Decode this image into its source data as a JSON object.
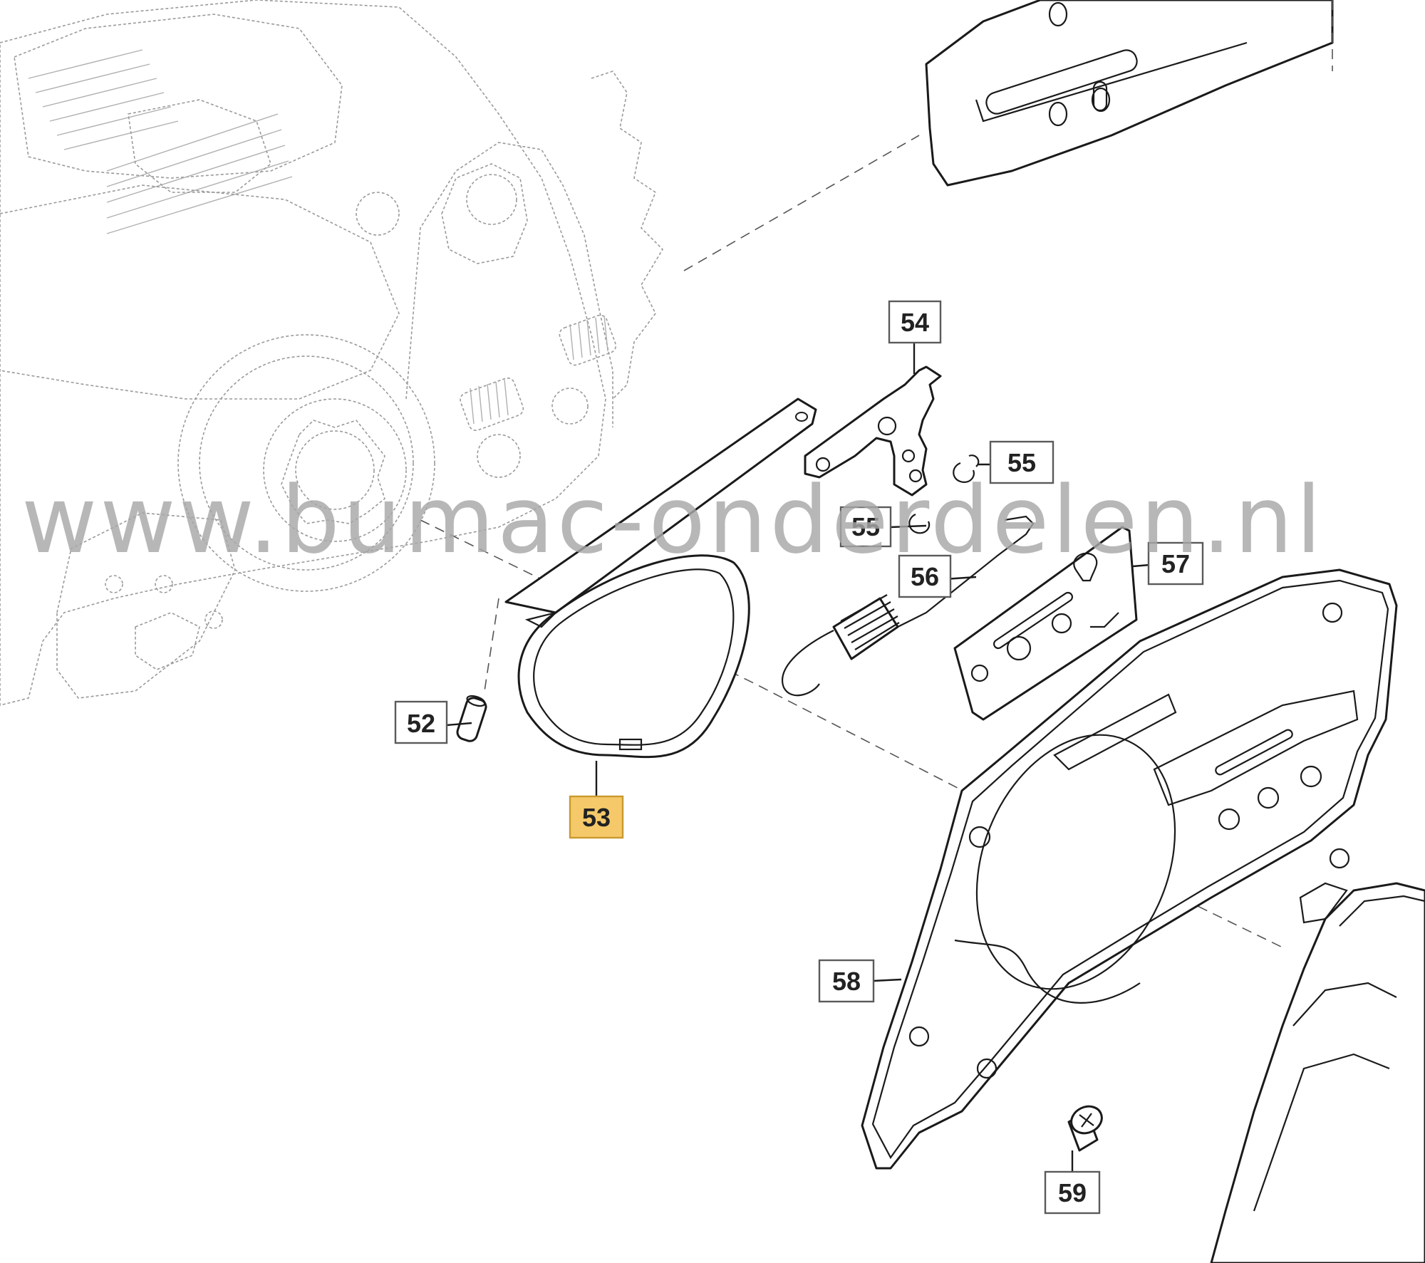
{
  "watermark": "www.bumac-onderdelen.nl",
  "colors": {
    "callout_border": "#5a5a5a",
    "callout_fill": "#ffffff",
    "highlight_fill": "#f5c96a",
    "highlight_border": "#c99a2e",
    "line": "#1a1a1a",
    "ghost_line": "#9a9a9a",
    "watermark": "#a8a8a8"
  },
  "callouts": [
    {
      "id": "52",
      "label": "52",
      "highlighted": false
    },
    {
      "id": "53",
      "label": "53",
      "highlighted": true
    },
    {
      "id": "54",
      "label": "54",
      "highlighted": false
    },
    {
      "id": "55a",
      "label": "55",
      "highlighted": false
    },
    {
      "id": "55b",
      "label": "55",
      "highlighted": false
    },
    {
      "id": "56",
      "label": "56",
      "highlighted": false
    },
    {
      "id": "57",
      "label": "57",
      "highlighted": false
    },
    {
      "id": "58",
      "label": "58",
      "highlighted": false
    },
    {
      "id": "59",
      "label": "59",
      "highlighted": false
    }
  ]
}
